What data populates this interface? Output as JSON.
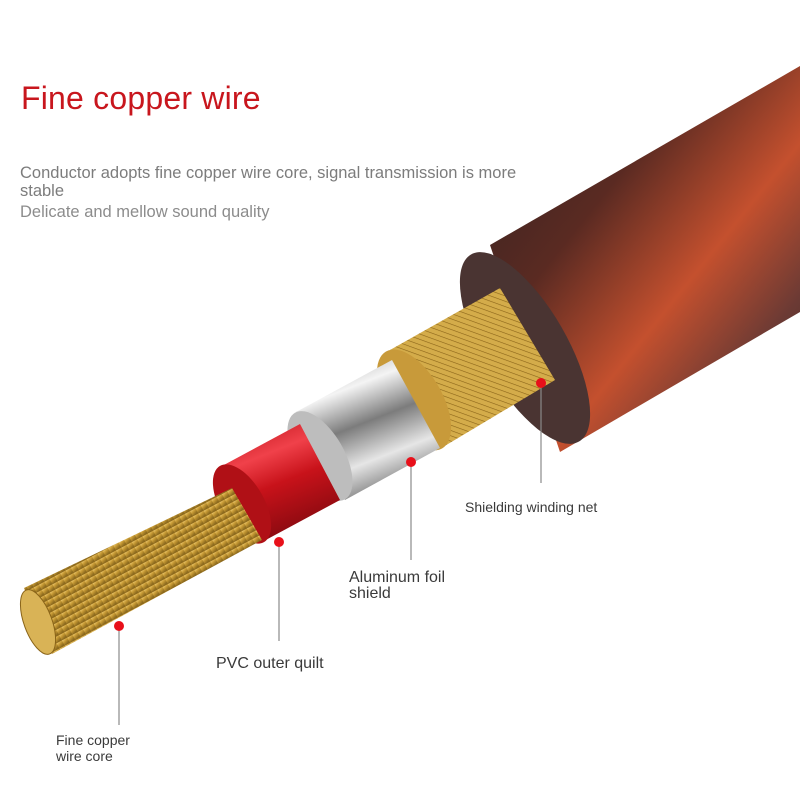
{
  "header": {
    "title": "Fine copper wire",
    "description_line1": "Conductor adopts fine copper wire core, signal transmission is more stable",
    "description_line2": "Delicate and mellow sound quality"
  },
  "colors": {
    "title": "#c8161d",
    "body_text": "#7c7c7c",
    "label_text": "#3a3a3a",
    "marker": "#e8101a",
    "leader_line": "#8a8a8a",
    "outer_jacket_dark": "#3c2a28",
    "outer_jacket_highlight": "#c4502e",
    "copper": "#c9a23c",
    "foil": "#c8c8c8",
    "pvc": "#d8141c"
  },
  "callouts": [
    {
      "id": "shielding",
      "label": "Shielding winding net"
    },
    {
      "id": "foil",
      "label_line1": "Aluminum foil",
      "label_line2": "shield"
    },
    {
      "id": "pvc",
      "label": "PVC outer quilt"
    },
    {
      "id": "core",
      "label_line1": "Fine copper",
      "label_line2": "wire core"
    }
  ]
}
